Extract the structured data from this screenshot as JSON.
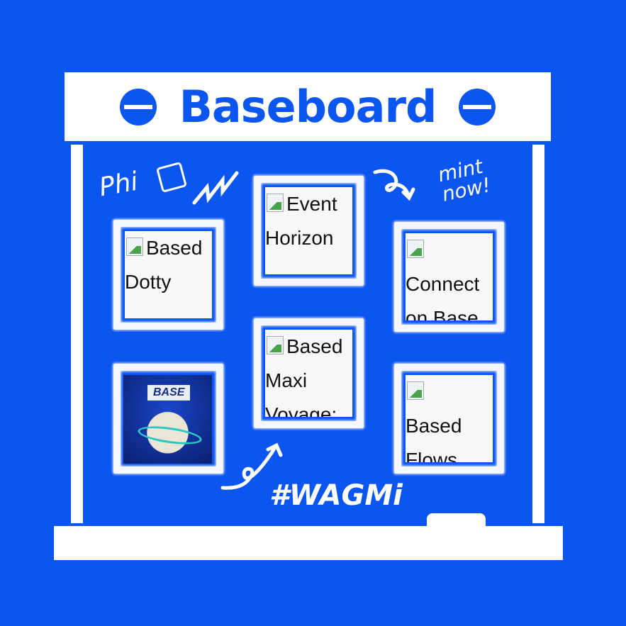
{
  "header": {
    "title": "Baseboard"
  },
  "doodles": {
    "phi": "Phi",
    "mint": "mint now!",
    "wagmi": "#WAGMi"
  },
  "frames": [
    {
      "alt": "Based Dotty"
    },
    {
      "alt": "Event Horizon"
    },
    {
      "alt": "Connect on Base"
    },
    {
      "alt": "Based Maxi Voyage:"
    },
    {
      "alt": "BASE"
    },
    {
      "alt": "Based Flows"
    }
  ],
  "colors": {
    "background": "#0b55f0",
    "chalk": "#ffffff"
  }
}
